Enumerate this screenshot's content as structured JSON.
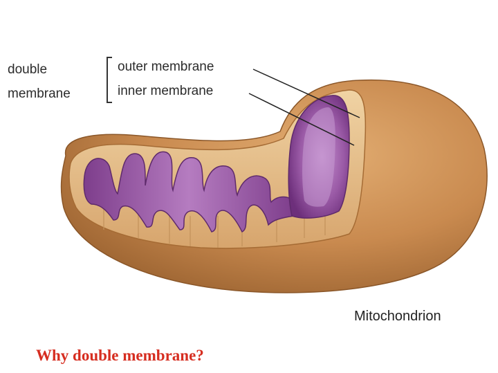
{
  "labels": {
    "group": [
      "double",
      "membrane"
    ],
    "outer": "outer membrane",
    "inner": "inner membrane",
    "title": "Mitochondrion"
  },
  "question": "Why double membrane?",
  "colors": {
    "outer_skin": "#c98a4f",
    "outer_skin_dark": "#a86a35",
    "inner_wall": "#e6c08b",
    "matrix_purple": "#9a5aa6",
    "matrix_light": "#c79bd1",
    "question_red": "#d62d20"
  }
}
